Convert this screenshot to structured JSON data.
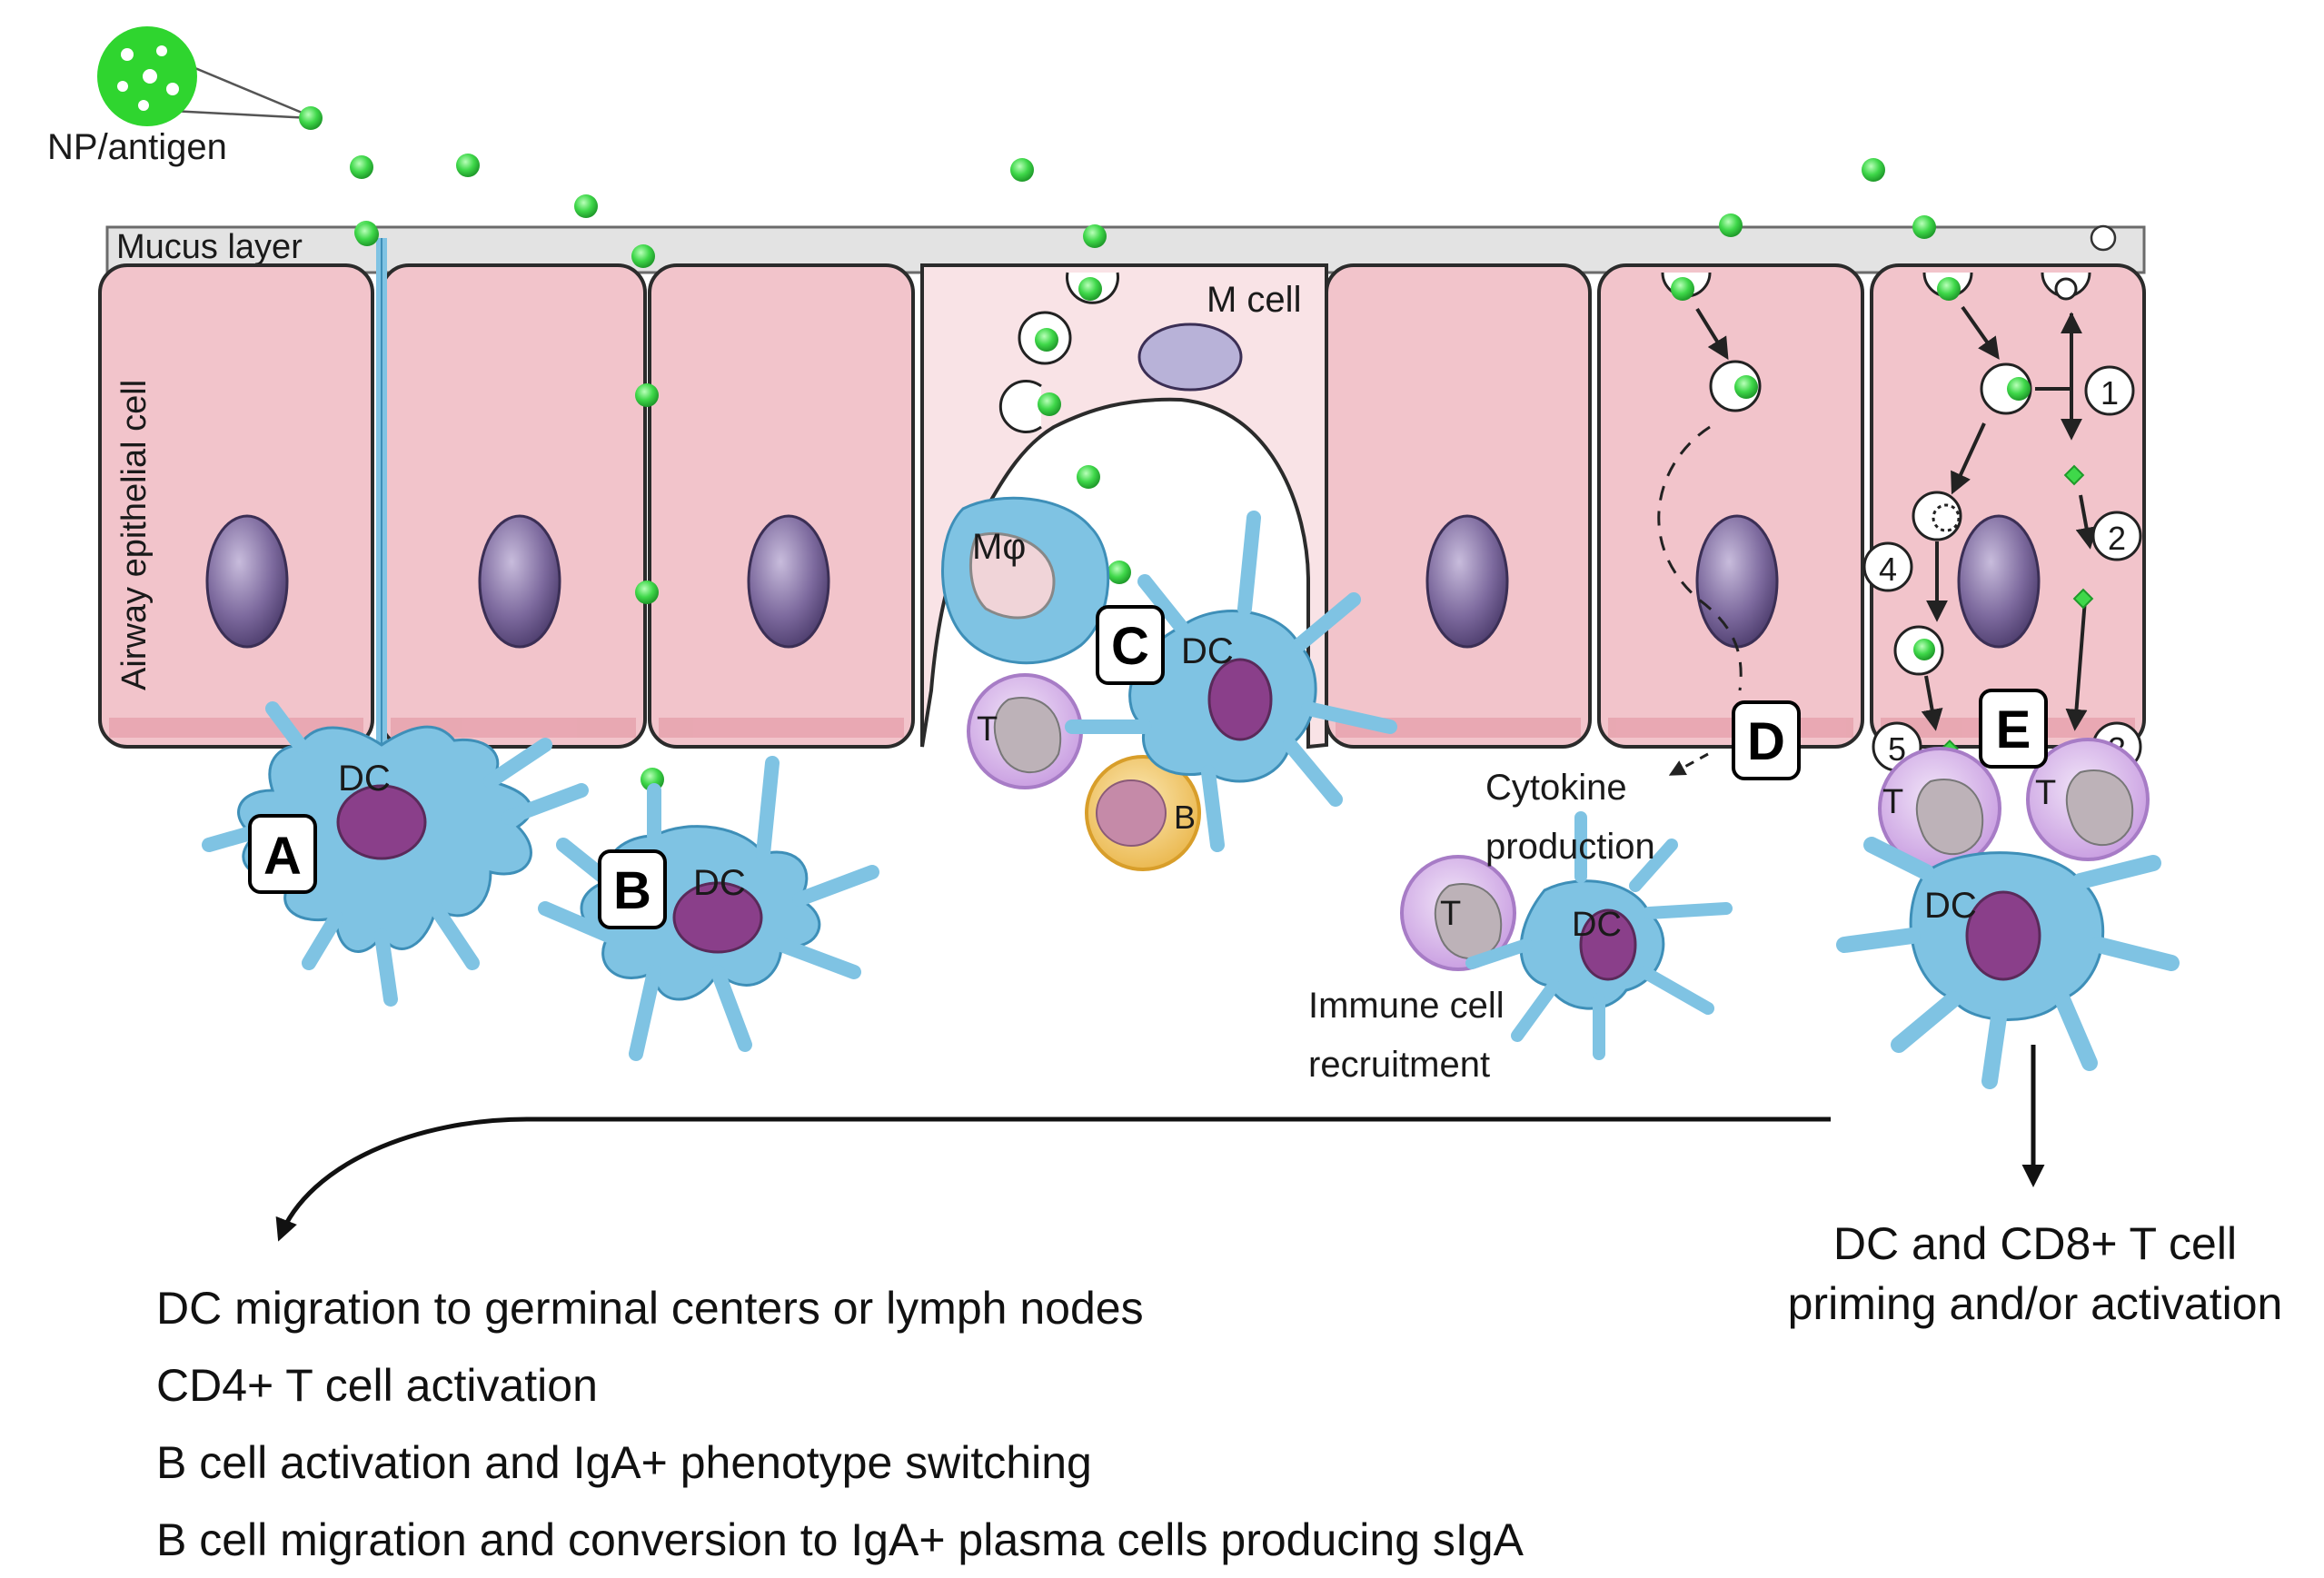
{
  "labels": {
    "np_antigen": "NP/antigen",
    "mucus_layer": "Mucus layer",
    "airway_epithelial_cell": "Airway epithelial cell",
    "m_cell": "M cell",
    "macrophage": "Mφ",
    "dc": "DC",
    "t_cell": "T",
    "b_cell": "B",
    "cytokine_line1": "Cytokine",
    "cytokine_line2": "production",
    "recruit_line1": "Immune cell",
    "recruit_line2": "recruitment"
  },
  "mechanisms": [
    "A",
    "B",
    "C",
    "D",
    "E"
  ],
  "pathway_steps": [
    "1",
    "2",
    "3",
    "4",
    "5"
  ],
  "outcomes": {
    "left": [
      "DC migration to germinal centers or lymph nodes",
      "CD4+ T cell activation",
      "B cell activation and IgA+ phenotype switching",
      "B cell migration and conversion to IgA+ plasma cells producing sIgA"
    ],
    "right_line1": "DC and CD8+ T cell",
    "right_line2": "priming and/or activation"
  },
  "colors": {
    "epithelial_fill": "#f2c4cb",
    "epithelial_stroke": "#2b2b2b",
    "m_cell_fill": "#f9e3e6",
    "nucleus": "#7d6a9e",
    "mucus": "#e3e3e3",
    "np_green": "#3fd84a",
    "dc_fill": "#7fc3e3",
    "dc_nucleus": "#8a3f8a",
    "t_cell_fill": "#d9b8ea",
    "b_cell_fill": "#f2c661",
    "macrophage_fill": "#7fc3e3"
  }
}
